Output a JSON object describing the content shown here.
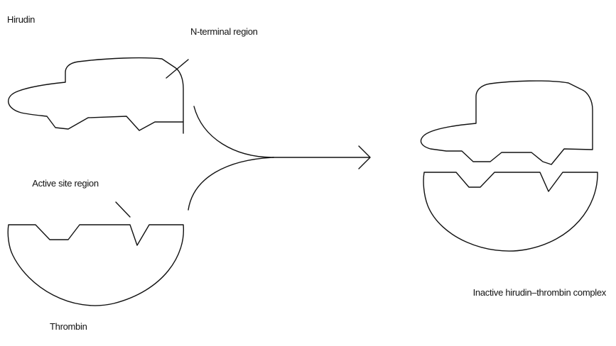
{
  "labels": {
    "hirudin": "Hirudin",
    "n_terminal_region": "N-terminal region",
    "active_site_region": "Active site region",
    "thrombin": "Thrombin",
    "complex": "Inactive hirudin–thrombin complex"
  },
  "colors": {
    "stroke": "#111111",
    "background": "#ffffff"
  }
}
